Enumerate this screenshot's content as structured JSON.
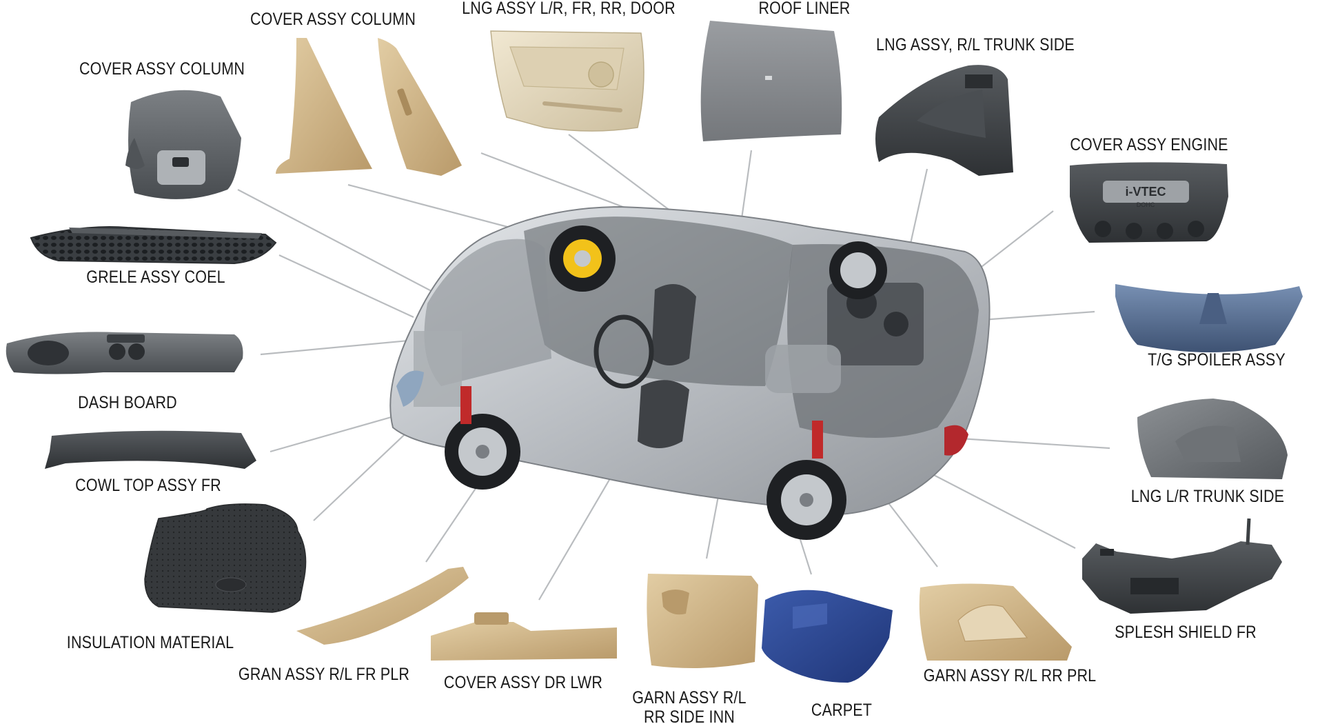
{
  "labels": {
    "cover_assy_column_a": "COVER ASSY COLUMN",
    "cover_assy_column_b": "COVER ASSY COLUMN",
    "lng_assy_door": "LNG ASSY L/R, FR, RR, DOOR",
    "roof_liner": "ROOF LINER",
    "lng_assy_trunk_side": "LNG ASSY, R/L TRUNK SIDE",
    "cover_assy_engine": "COVER ASSY ENGINE",
    "grele_assy_coel": "GRELE ASSY COEL",
    "tg_spoiler_assy": "T/G SPOILER ASSY",
    "dash_board": "DASH BOARD",
    "cowl_top_assy_fr": "COWL TOP ASSY FR",
    "lng_lr_trunk_side": "LNG L/R TRUNK SIDE",
    "splesh_shield_fr": "SPLESH SHIELD FR",
    "insulation_material": "INSULATION MATERIAL",
    "gran_assy_fr_plr": "GRAN ASSY R/L FR PLR",
    "cover_assy_dr_lwr": "COVER ASSY DR LWR",
    "garn_assy_rr_side_inn_line1": "GARN ASSY R/L",
    "garn_assy_rr_side_inn_line2": "RR SIDE INN",
    "carpet": "CARPET",
    "garn_assy_rr_prl": "GARN ASSY R/L RR PRL",
    "engine_badge_text": "i-VTEC",
    "engine_badge_subtext": "DOHC"
  },
  "colors": {
    "gray_plastic": "#5d6165",
    "dark_plastic": "#3c4043",
    "beige_trim": "#d2b88c",
    "cream_door": "#e8dcc0",
    "roof_gray": "#8a8d91",
    "spoiler_blue": "#5a6f90",
    "carpet_blue": "#2e4a95",
    "car_silver": "#c9cdd1",
    "leader_line": "#b9bcbf"
  }
}
